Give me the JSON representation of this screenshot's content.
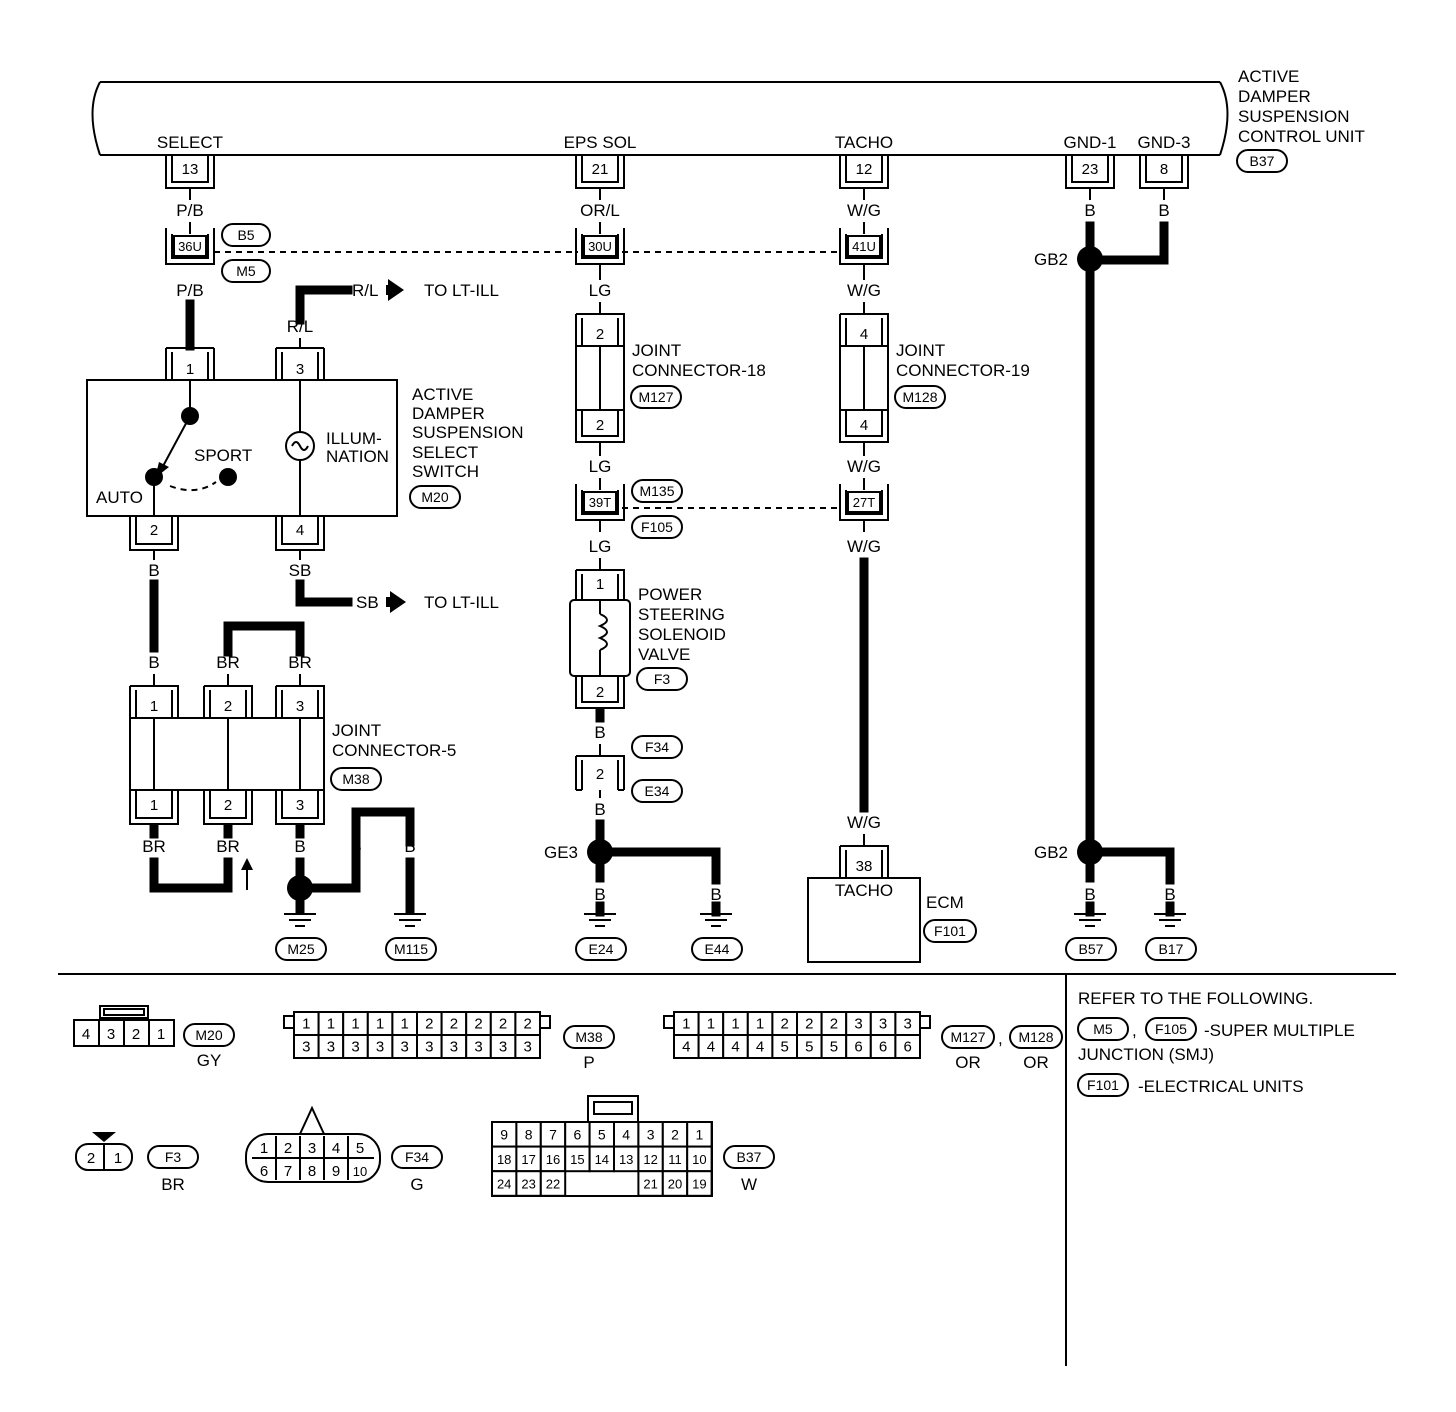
{
  "control_unit": {
    "name_lines": [
      "ACTIVE",
      "DAMPER",
      "SUSPENSION",
      "CONTROL UNIT"
    ],
    "code": "B37",
    "terminals": [
      {
        "label": "SELECT",
        "pin": "13"
      },
      {
        "label": "EPS SOL",
        "pin": "21"
      },
      {
        "label": "TACHO",
        "pin": "12"
      },
      {
        "label": "GND-1",
        "pin": "23"
      },
      {
        "label": "GND-3",
        "pin": "8"
      }
    ]
  },
  "wire_colors": {
    "pb": "P/B",
    "orl": "OR/L",
    "wg": "W/G",
    "b": "B",
    "lg": "LG",
    "rl": "R/L",
    "sb": "SB",
    "br": "BR"
  },
  "smj_connectors": {
    "c36u": "36U",
    "c30u": "30U",
    "c41u": "41U",
    "b5": "B5",
    "m5": "M5",
    "c39t": "39T",
    "c27t": "27T",
    "m135": "M135",
    "f105": "F105"
  },
  "to_lt_ill": "TO LT-ILL",
  "select_switch": {
    "name_lines": [
      "ACTIVE",
      "DAMPER",
      "SUSPENSION",
      "SELECT",
      "SWITCH"
    ],
    "code": "M20",
    "auto": "AUTO",
    "sport": "SPORT",
    "illum_lines": [
      "ILLUM-",
      "NATION"
    ],
    "pins": [
      "1",
      "3",
      "2",
      "4"
    ]
  },
  "joint_18": {
    "name_lines": [
      "JOINT",
      "CONNECTOR-18"
    ],
    "code": "M127",
    "pin_top": "2",
    "pin_bottom": "2"
  },
  "joint_19": {
    "name_lines": [
      "JOINT",
      "CONNECTOR-19"
    ],
    "code": "M128",
    "pin_top": "4",
    "pin_bottom": "4"
  },
  "solenoid": {
    "name_lines": [
      "POWER",
      "STEERING",
      "SOLENOID",
      "VALVE"
    ],
    "code": "F3",
    "pin_top": "1",
    "pin_bottom": "2"
  },
  "f34_e34": {
    "code_f": "F34",
    "code_e": "E34",
    "pin": "2"
  },
  "joint_5": {
    "name_lines": [
      "JOINT",
      "CONNECTOR-5"
    ],
    "code": "M38",
    "pins": [
      "1",
      "2",
      "3"
    ]
  },
  "grounds": {
    "ge3": "GE3",
    "gb2": "GB2",
    "m25": "M25",
    "m115": "M115",
    "e24": "E24",
    "e44": "E44",
    "b57": "B57",
    "b17": "B17"
  },
  "ecm": {
    "pin": "38",
    "terminal": "TACHO",
    "name": "ECM",
    "code": "F101"
  },
  "connector_views": {
    "m20": {
      "code": "M20",
      "color": "GY",
      "pins": [
        "4",
        "3",
        "2",
        "1"
      ]
    },
    "m38": {
      "code": "M38",
      "color": "P",
      "top": [
        "1",
        "1",
        "1",
        "1",
        "1",
        "2",
        "2",
        "2",
        "2",
        "2"
      ],
      "bottom": [
        "3",
        "3",
        "3",
        "3",
        "3",
        "3",
        "3",
        "3",
        "3",
        "3"
      ]
    },
    "m127": {
      "code": "M127",
      "color": "OR"
    },
    "m128": {
      "code": "M128",
      "color": "OR"
    },
    "m127_m128_top": [
      "1",
      "1",
      "1",
      "1",
      "2",
      "2",
      "2",
      "3",
      "3",
      "3"
    ],
    "m127_m128_bottom": [
      "4",
      "4",
      "4",
      "4",
      "5",
      "5",
      "5",
      "6",
      "6",
      "6"
    ],
    "f3": {
      "code": "F3",
      "color": "BR",
      "pins": [
        "2",
        "1"
      ]
    },
    "f34": {
      "code": "F34",
      "color": "G",
      "top": [
        "1",
        "2",
        "3",
        "4",
        "5"
      ],
      "bottom": [
        "6",
        "7",
        "8",
        "9",
        "10"
      ]
    },
    "b37": {
      "code": "B37",
      "color": "W",
      "row1": [
        "9",
        "8",
        "7",
        "6",
        "5",
        "4",
        "3",
        "2",
        "1"
      ],
      "row2": [
        "18",
        "17",
        "16",
        "15",
        "14",
        "13",
        "12",
        "11",
        "10"
      ],
      "row3_left": [
        "24",
        "23",
        "22"
      ],
      "row3_right": [
        "21",
        "20",
        "19"
      ]
    }
  },
  "notes": {
    "heading": "REFER TO THE FOLLOWING.",
    "code_m5": "M5",
    "code_f105": "F105",
    "smj_line1": "-SUPER MULTIPLE",
    "smj_line2": "JUNCTION (SMJ)",
    "code_f101": "F101",
    "electrical_units": "-ELECTRICAL UNITS"
  }
}
